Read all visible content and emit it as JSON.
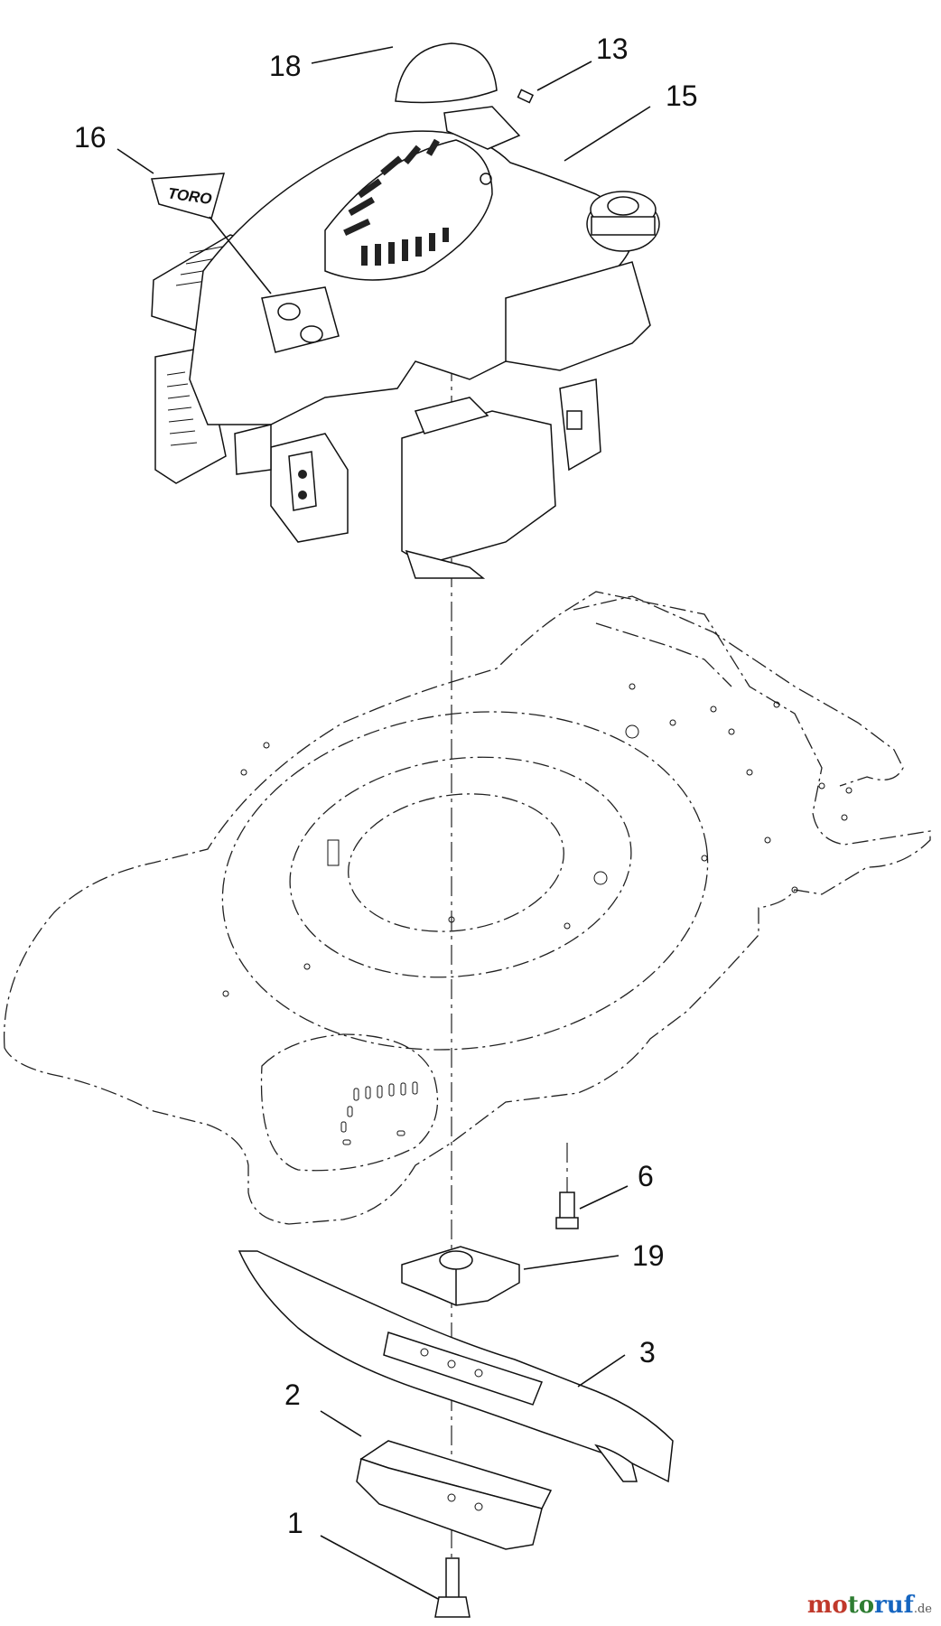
{
  "callouts": [
    {
      "id": "18",
      "label": "18"
    },
    {
      "id": "13",
      "label": "13"
    },
    {
      "id": "15",
      "label": "15"
    },
    {
      "id": "16",
      "label": "16"
    },
    {
      "id": "6",
      "label": "6"
    },
    {
      "id": "19",
      "label": "19"
    },
    {
      "id": "3",
      "label": "3"
    },
    {
      "id": "2",
      "label": "2"
    },
    {
      "id": "1",
      "label": "1"
    }
  ],
  "decal_text": "TORO",
  "watermark": {
    "part1": "mo",
    "part2": "to",
    "part3": "ruf",
    "suffix": ".de"
  },
  "colors": {
    "line": "#111111",
    "watermark_red": "#c0392b",
    "watermark_green": "#2e7d32",
    "watermark_blue": "#1565c0"
  }
}
